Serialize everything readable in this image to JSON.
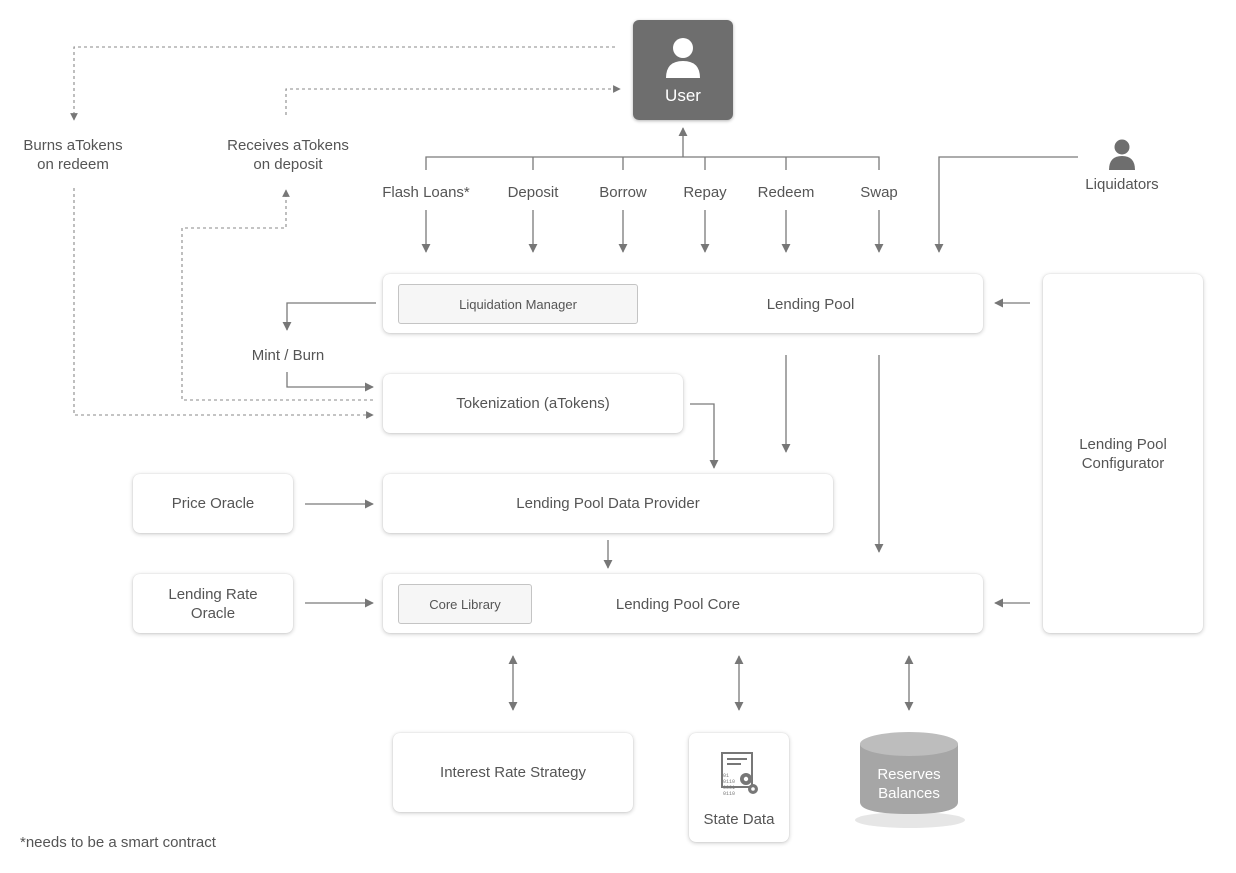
{
  "user": {
    "label": "User",
    "icon": "user-icon"
  },
  "actions": [
    "Flash Loans*",
    "Deposit",
    "Borrow",
    "Repay",
    "Redeem",
    "Swap"
  ],
  "liquidators": {
    "label": "Liquidators",
    "icon": "person-icon"
  },
  "burns_label": "Burns aTokens\non redeem",
  "receives_label": "Receives aTokens\non deposit",
  "mint_burn_label": "Mint / Burn",
  "lending_pool": {
    "title": "Lending Pool",
    "inner": "Liquidation Manager"
  },
  "tokenization": "Tokenization (aTokens)",
  "data_provider": "Lending Pool Data Provider",
  "price_oracle": "Price Oracle",
  "lending_rate_oracle": "Lending Rate\nOracle",
  "core": {
    "title": "Lending Pool Core",
    "inner": "Core Library"
  },
  "configurator": "Lending Pool\nConfigurator",
  "interest_rate_strategy": "Interest Rate Strategy",
  "state_data": {
    "label": "State Data",
    "icon": "state-data-icon"
  },
  "reserves": {
    "label": "Reserves\nBalances",
    "icon": "database-icon"
  },
  "footnote": "*needs to be a smart contract",
  "colors": {
    "line": "#6e6e6e",
    "dashed": "#8a8a8a",
    "user_bg": "#6e6e6e",
    "db": "#a6a6a6"
  }
}
